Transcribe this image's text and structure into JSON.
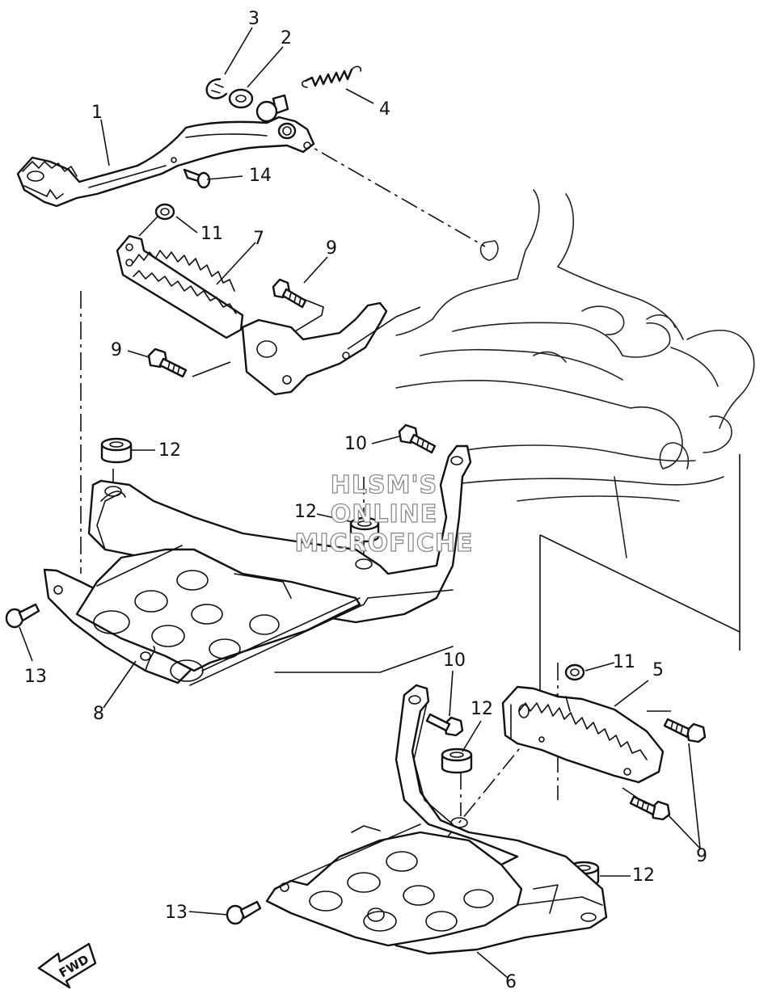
{
  "callouts": [
    {
      "id": "c1",
      "label": "1"
    },
    {
      "id": "c2",
      "label": "2"
    },
    {
      "id": "c3",
      "label": "3"
    },
    {
      "id": "c4",
      "label": "4"
    },
    {
      "id": "c5",
      "label": "5"
    },
    {
      "id": "c6",
      "label": "6"
    },
    {
      "id": "c7",
      "label": "7"
    },
    {
      "id": "c8",
      "label": "8"
    },
    {
      "id": "c9a",
      "label": "9"
    },
    {
      "id": "c9b",
      "label": "9"
    },
    {
      "id": "c9c",
      "label": "9"
    },
    {
      "id": "c10a",
      "label": "10"
    },
    {
      "id": "c10b",
      "label": "10"
    },
    {
      "id": "c11a",
      "label": "11"
    },
    {
      "id": "c11b",
      "label": "11"
    },
    {
      "id": "c12a",
      "label": "12"
    },
    {
      "id": "c12b",
      "label": "12"
    },
    {
      "id": "c12c",
      "label": "12"
    },
    {
      "id": "c12d",
      "label": "12"
    },
    {
      "id": "c13a",
      "label": "13"
    },
    {
      "id": "c13b",
      "label": "13"
    },
    {
      "id": "c14",
      "label": "14"
    }
  ],
  "watermark": {
    "line1": "HLSM'S",
    "line2": "ONLINE",
    "line3": "MICROFICHE"
  },
  "direction_arrow": {
    "label": "FWD"
  }
}
